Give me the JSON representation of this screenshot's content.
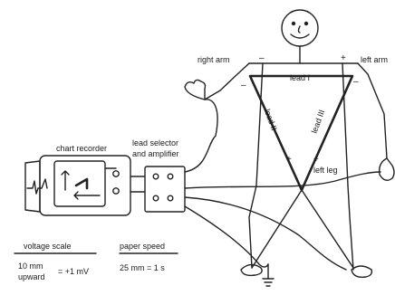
{
  "diagram": {
    "labels": {
      "right_arm": "right arm",
      "left_arm": "left arm",
      "left_leg": "left leg",
      "lead_1": "lead I",
      "lead_2": "lead II",
      "lead_3": "lead III",
      "chart_recorder": "chart recorder",
      "lead_selector_line1": "lead selector",
      "lead_selector_line2": "and amplifier",
      "voltage_scale_title": "voltage scale",
      "voltage_scale_value_line1": "10 mm",
      "voltage_scale_value_line2": "upward",
      "voltage_scale_equals": "= +1 mV",
      "paper_speed_title": "paper speed",
      "paper_speed_value": "25 mm = 1 s"
    },
    "polarity": {
      "right_arm": "–",
      "left_arm_top": "+",
      "left_arm_lower": "–",
      "right_arm_lower": "–",
      "left_leg_left": "+",
      "left_leg_right": "+"
    }
  }
}
